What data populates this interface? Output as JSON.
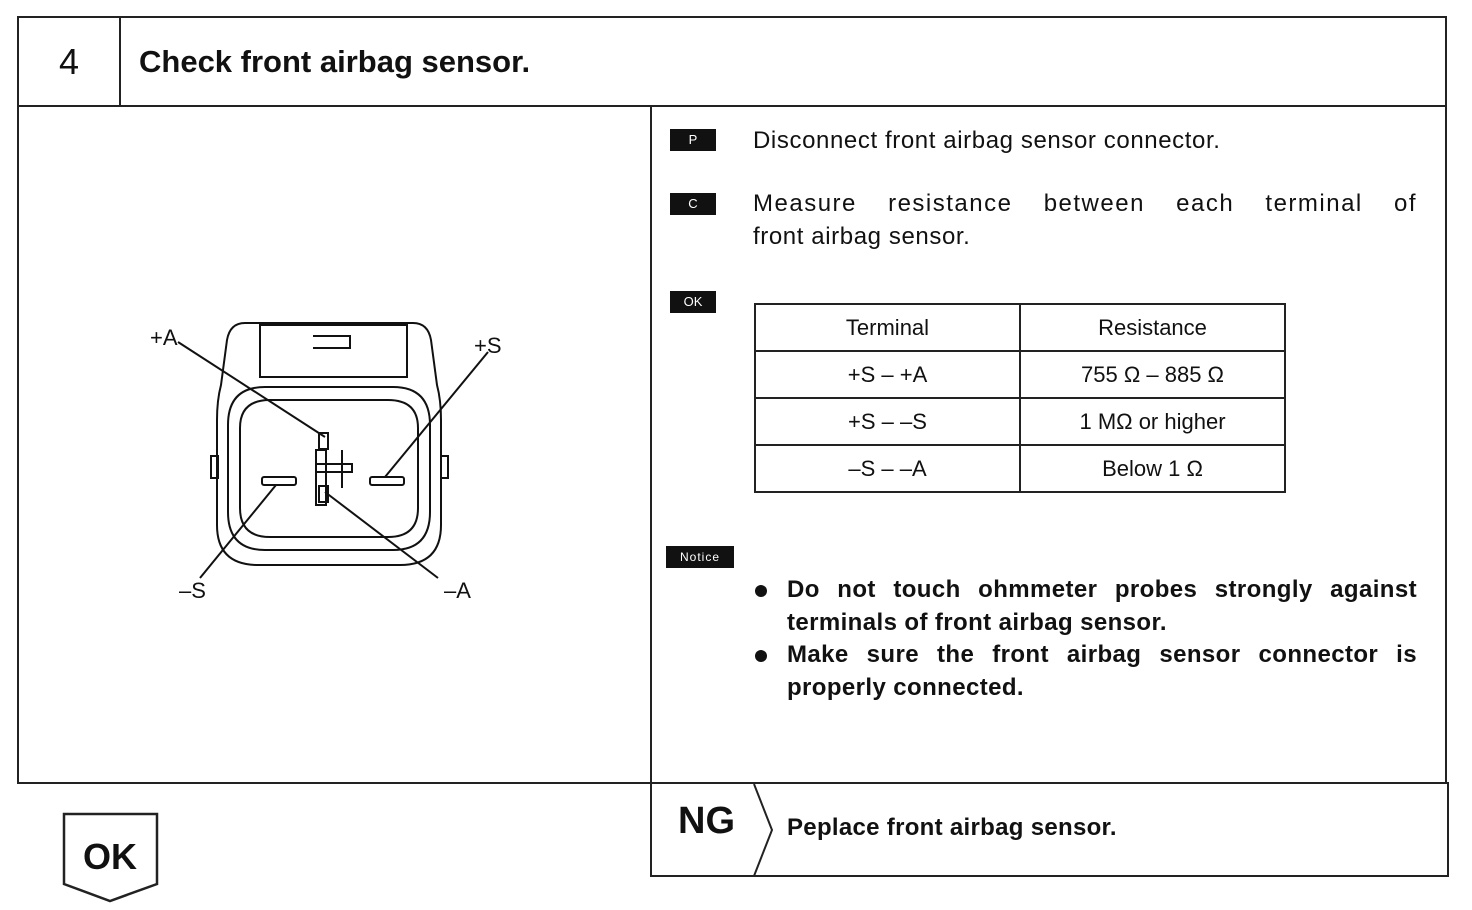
{
  "header": {
    "step_number": "4",
    "title": "Check front airbag sensor."
  },
  "diagram": {
    "labels": {
      "plus_a": "+A",
      "plus_s": "+S",
      "minus_s": "–S",
      "minus_a": "–A"
    }
  },
  "procedure": {
    "tag_p": "P",
    "step_p": "Disconnect front airbag sensor connector.",
    "tag_c": "C",
    "step_c_line1": "Measure resistance between each terminal of",
    "step_c_line2": "front airbag sensor.",
    "tag_ok": "OK"
  },
  "table": {
    "headers": [
      "Terminal",
      "Resistance"
    ],
    "rows": [
      [
        "+S – +A",
        "755 Ω – 885 Ω"
      ],
      [
        "+S – –S",
        "1 MΩ or higher"
      ],
      [
        "–S – –A",
        "Below 1 Ω"
      ]
    ]
  },
  "notice": {
    "tag": "Notice",
    "items": [
      "Do not touch ohmmeter probes strongly against terminals of front airbag sensor.",
      "Make sure the front airbag sensor connector is properly connected."
    ]
  },
  "ng": {
    "label": "NG",
    "action": "Peplace front airbag sensor."
  },
  "ok_flow": {
    "label": "OK"
  }
}
